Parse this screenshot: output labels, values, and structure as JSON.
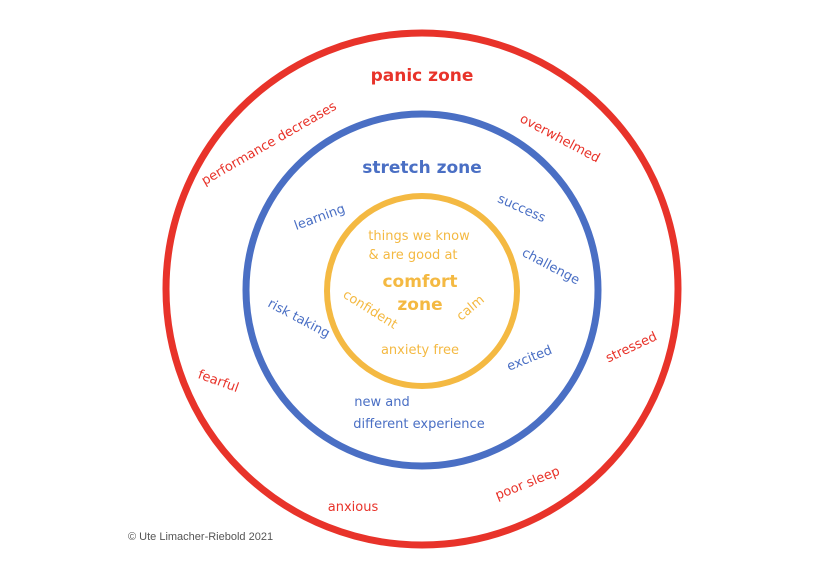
{
  "colors": {
    "panic": "#e8332a",
    "stretch": "#4a6fc4",
    "comfort": "#f4b942",
    "copyright": "#555555"
  },
  "zones": {
    "panic": {
      "title": "panic zone",
      "labels": {
        "performance": "performance decreases",
        "overwhelmed": "overwhelmed",
        "stressed": "stressed",
        "poor_sleep": "poor sleep",
        "anxious": "anxious",
        "fearful": "fearful"
      }
    },
    "stretch": {
      "title": "stretch zone",
      "labels": {
        "learning": "learning",
        "success": "success",
        "challenge": "challenge",
        "excited": "excited",
        "risk_taking": "risk taking",
        "new_line1": "new and",
        "new_line2": "different experience"
      }
    },
    "comfort": {
      "title_line1": "comfort",
      "title_line2": "zone",
      "labels": {
        "things_line1": "things we know",
        "things_line2": "& are good at",
        "confident": "confident",
        "calm": "calm",
        "anxiety_free": "anxiety free"
      }
    }
  },
  "copyright": "© Ute Limacher-Riebold 2021"
}
